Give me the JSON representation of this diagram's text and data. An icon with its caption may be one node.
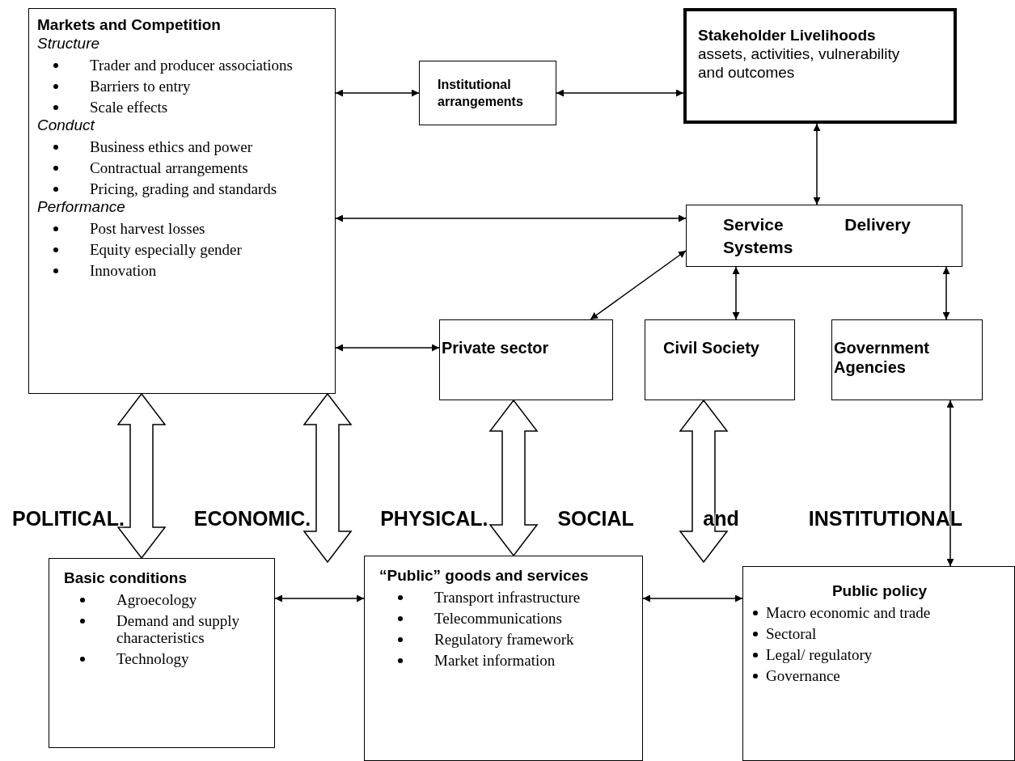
{
  "diagram": {
    "nodes": [
      {
        "text": [
          "Markets and Competition",
          "Structure",
          "Trader and producer associations",
          "Barriers to entry",
          "Scale effects",
          "Conduct",
          "Business ethics and power",
          "Contractual arrangements",
          "Pricing, grading and standards",
          "Performance",
          "Post harvest losses",
          "Equity especially gender",
          "Innovation"
        ]
      },
      {
        "text": [
          "Institutional arrangements"
        ]
      },
      {
        "text": [
          "Stakeholder Livelihoods",
          "assets, activities, vulnerability and outcomes"
        ]
      },
      {
        "text": [
          "Service Delivery Systems"
        ]
      },
      {
        "text": [
          "Private sector"
        ]
      },
      {
        "text": [
          "Civil Society"
        ]
      },
      {
        "text": [
          "Government Agencies"
        ]
      },
      {
        "text": [
          "Basic conditions",
          "Agroecology",
          "Demand and supply characteristics",
          "Technology"
        ]
      },
      {
        "text": [
          "“Public” goods and services",
          "Transport infrastructure",
          "Telecommunications",
          "Regulatory framework",
          "Market information"
        ]
      },
      {
        "text": [
          "Public policy",
          "Macro economic and trade",
          "Sectoral",
          "Legal/ regulatory",
          "Governance"
        ]
      }
    ],
    "edges": [
      {
        "from": 0,
        "to": 1,
        "arrow": "both"
      },
      {
        "from": 1,
        "to": 2,
        "arrow": "both"
      },
      {
        "from": 0,
        "to": 3,
        "arrow": "both"
      },
      {
        "from": 2,
        "to": 3,
        "arrow": "both"
      },
      {
        "from": 4,
        "to": 3,
        "arrow": "both"
      },
      {
        "from": 5,
        "to": 3,
        "arrow": "both"
      },
      {
        "from": 6,
        "to": 3,
        "arrow": "both"
      },
      {
        "from": 0,
        "to": 4,
        "arrow": "both"
      },
      {
        "from": 6,
        "to": 9,
        "arrow": "both"
      },
      {
        "from": 7,
        "to": 8,
        "arrow": "both"
      },
      {
        "from": 8,
        "to": 9,
        "arrow": "both"
      },
      {
        "from": 0,
        "to": 7,
        "arrow": "both",
        "style": "thick"
      },
      {
        "from": 0,
        "to": null,
        "arrow": "both",
        "style": "thick"
      },
      {
        "from": 4,
        "to": 8,
        "arrow": "both",
        "style": "thick"
      },
      {
        "from": 5,
        "to": null,
        "arrow": "both",
        "style": "thick"
      }
    ],
    "labels": [
      "POLITICAL. ECONOMIC. PHYSICAL. SOCIAL and INSTITUTIONAL"
    ]
  }
}
